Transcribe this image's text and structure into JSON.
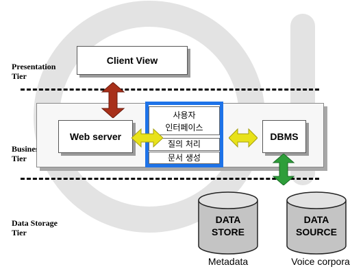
{
  "tiers": {
    "presentation": [
      "Presentation",
      "Tier"
    ],
    "business": [
      "Business",
      "Tier"
    ],
    "storage": [
      "Data Storage",
      "Tier"
    ]
  },
  "boxes": {
    "client_view": "Client View",
    "web_server": "Web server",
    "dbms": "DBMS"
  },
  "modules": [
    "사용자",
    "인터페이스",
    "질의 처리",
    "문서 생성"
  ],
  "stores": {
    "data_store": [
      "DATA",
      "STORE"
    ],
    "data_source": [
      "DATA",
      "SOURCE"
    ]
  },
  "captions": {
    "metadata": "Metadata",
    "voice_corpora": "Voice corpora"
  },
  "colors": {
    "arrow_red": "#a8301a",
    "arrow_yellow": "#e8e21a",
    "arrow_green": "#2e9e3a",
    "module_border": "#1e73e8"
  }
}
